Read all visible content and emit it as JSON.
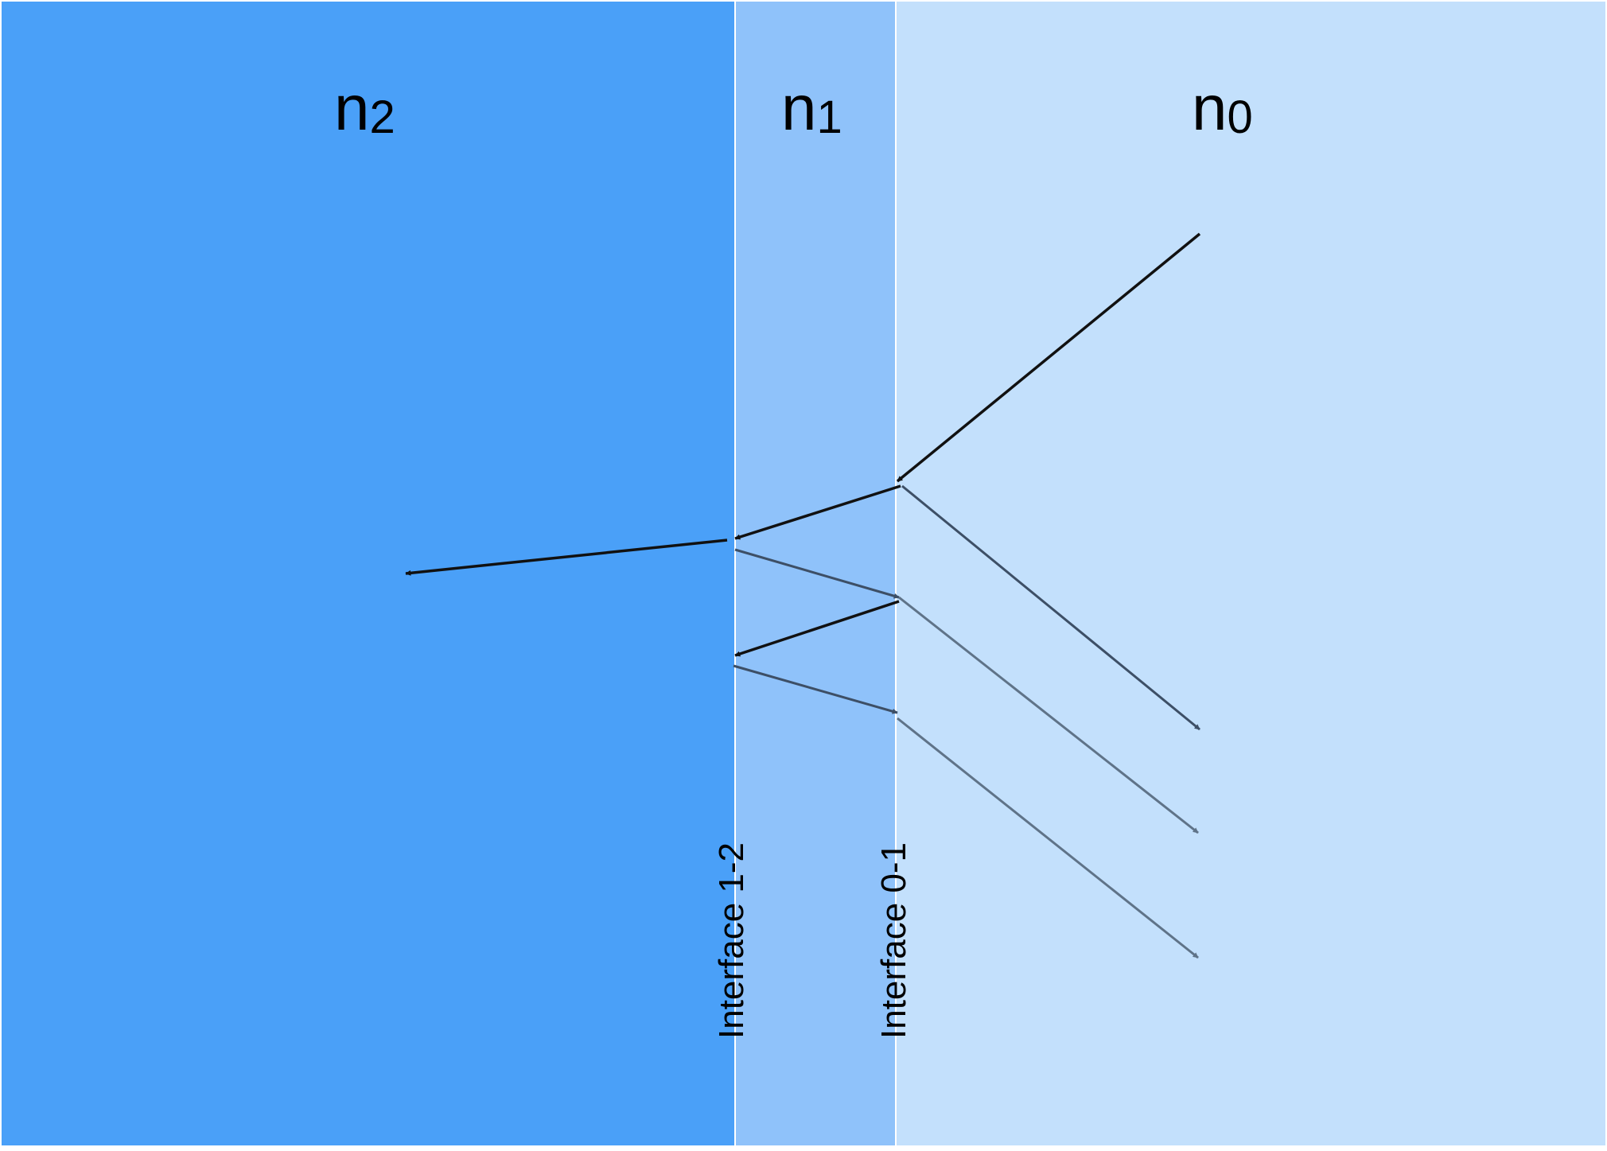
{
  "media": {
    "n2": {
      "base": "n",
      "sub": "2",
      "color": "#4aa0f8"
    },
    "n1": {
      "base": "n",
      "sub": "1",
      "color": "#8fc2fa"
    },
    "n0": {
      "base": "n",
      "sub": "0",
      "color": "#c3e0fc"
    }
  },
  "interfaces": {
    "i12": {
      "label": "Interface 1-2"
    },
    "i01": {
      "label": "Interface 0-1"
    }
  },
  "colors": {
    "divider": "#ffffff",
    "ray_incident": "#111111",
    "ray_reflected_1": "#3d4f66",
    "ray_reflected_2": "#5f7388",
    "text": "#000000"
  }
}
